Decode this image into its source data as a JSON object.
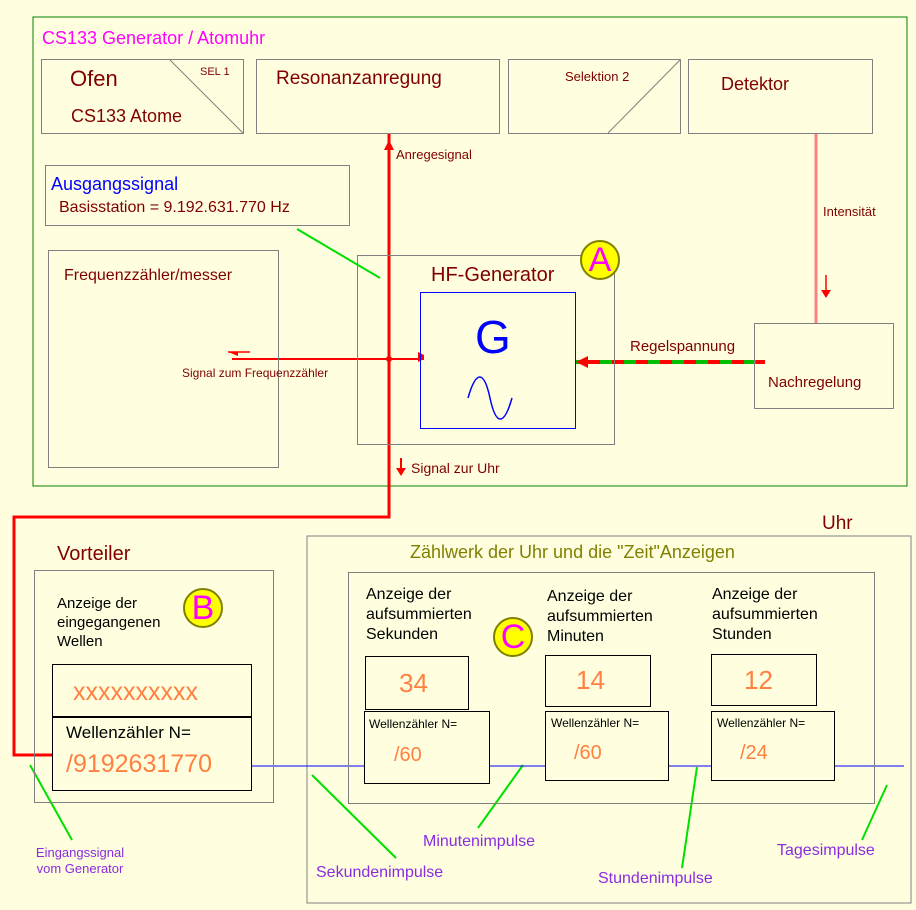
{
  "generator": {
    "title": "CS133 Generator / Atomuhr",
    "oven": {
      "line1": "Ofen",
      "line2": "CS133 Atome",
      "sel": "SEL 1"
    },
    "resonance": "Resonanzanregung",
    "selection2": "Selektion 2",
    "detector": "Detektor",
    "excitation_signal": "Anregesignal",
    "intensity": "Intensität",
    "output": {
      "title": "Ausgangssignal",
      "value": "Basisstation =  9.192.631.770 Hz"
    },
    "frequency_counter": "Frequenzzähler/messer",
    "hf_generator": "HF-Generator",
    "g_letter": "G",
    "marker_a": "A",
    "control_voltage": "Regelspannung",
    "readjustment": "Nachregelung",
    "signal_to_counter": "Signal zum Frequenzzähler",
    "signal_to_clock": "Signal zur Uhr"
  },
  "prescaler": {
    "title": "Vorteiler",
    "display_label": "Anzeige der\neingegangenen\nWellen",
    "marker_b": "B",
    "display_value": "xxxxxxxxxx",
    "counter_label": "Wellenzähler N=",
    "counter_value": "/9192631770"
  },
  "clock": {
    "title": "Uhr",
    "counter_title": "Zählwerk der Uhr und die \"Zeit\"Anzeigen",
    "marker_c": "C",
    "seconds": {
      "label": "Anzeige der\naufsummierten\nSekunden",
      "value": "34",
      "counter_label": "Wellenzähler N=",
      "counter_value": "/60"
    },
    "minutes": {
      "label": "Anzeige der\naufsummierten\nMinuten",
      "value": "14",
      "counter_label": "Wellenzähler N=",
      "counter_value": "/60"
    },
    "hours": {
      "label": "Anzeige der\naufsummierten\nStunden",
      "value": "12",
      "counter_label": "Wellenzähler N=",
      "counter_value": "/24"
    }
  },
  "annotations": {
    "input_signal": "Eingangssignal\nvom Generator",
    "second_pulses": "Sekundenimpulse",
    "minute_pulses": "Minutenimpulse",
    "hour_pulses": "Stundenimpulse",
    "day_pulses": "Tagesimpulse"
  }
}
